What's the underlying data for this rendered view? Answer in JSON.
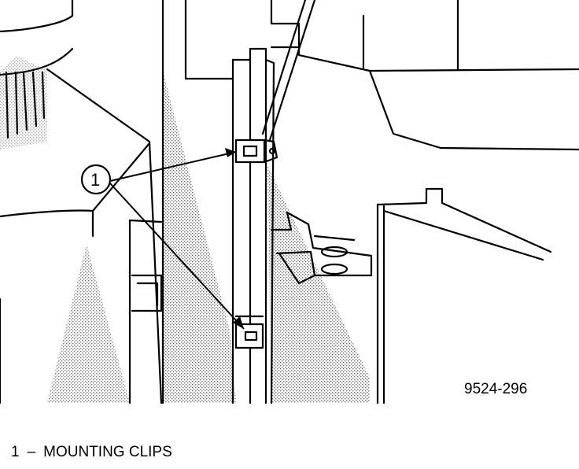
{
  "figure": {
    "code": "9524-296",
    "callout": "1"
  },
  "legend": [
    {
      "number": "1",
      "dash": "–",
      "text": "MOUNTING CLIPS"
    }
  ]
}
